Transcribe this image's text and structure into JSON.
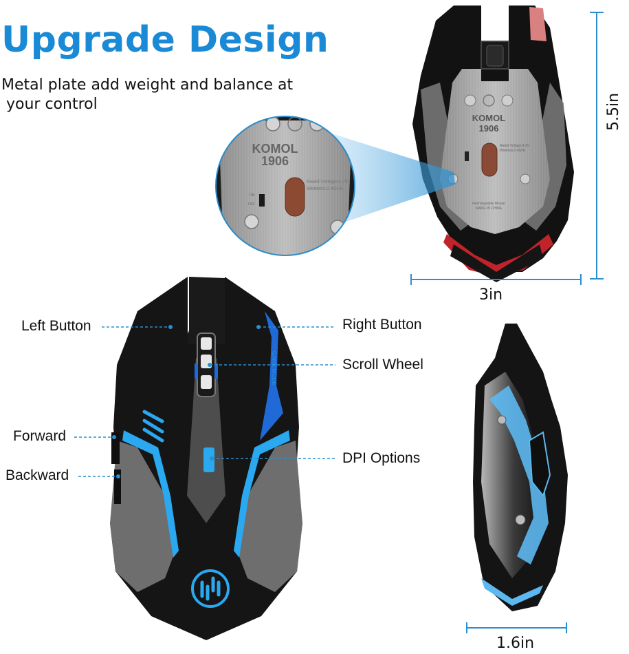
{
  "header": {
    "title": "Upgrade Design",
    "subtitle_line1": "Metal plate add weight and balance at",
    "subtitle_line2": " your control"
  },
  "bottom_view": {
    "brand": "KOMOL",
    "model": "1906",
    "rating_line1": "Rated Voltage:4.2V",
    "rating_line2": "Wireless:2.4GHz",
    "switch_on": "ON",
    "switch_off": "OFF",
    "footer_line1": "Rechargeable Mouse",
    "footer_line2": "MADE IN CHINA",
    "zoom_brand": "KOMOL",
    "zoom_model": "1906",
    "zoom_rating_line1": "Rated Voltage:4.2V",
    "zoom_rating_line2": "Wireless:2.4GHz"
  },
  "dimensions": {
    "length": "5.5in",
    "width": "3in",
    "height": "1.6in"
  },
  "callouts": {
    "left_button": "Left Button",
    "right_button": "Right Button",
    "scroll_wheel": "Scroll Wheel",
    "forward": "Forward",
    "backward": "Backward",
    "dpi_options": "DPI Options"
  },
  "mouse_top": {
    "side_text": "GAME MODE"
  },
  "colors": {
    "accent_blue": "#1a8ad6",
    "led_blue": "#2aa8f0",
    "dim_line": "#2a8fd0",
    "body_black": "#141414",
    "plate_gray": "#a9a9a9",
    "red_trim": "#c0242a"
  }
}
